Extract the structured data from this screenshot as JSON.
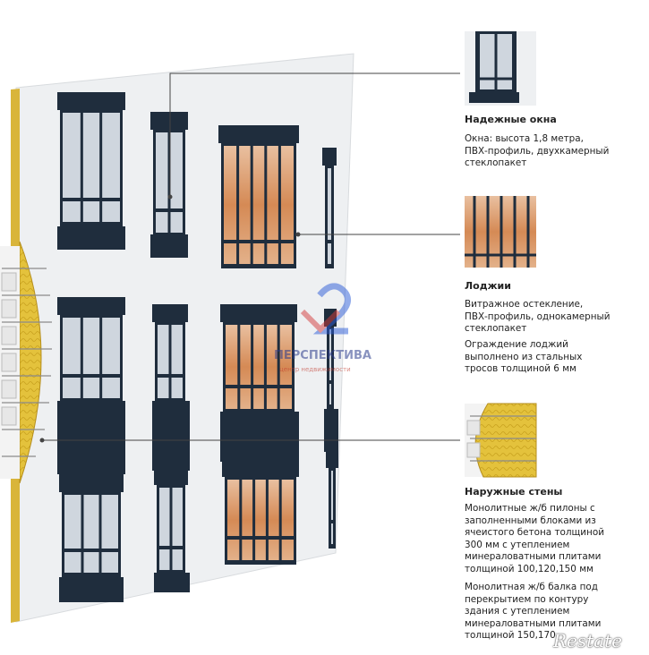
{
  "callouts": [
    {
      "title": "Надежные окна",
      "lines": [
        "Окна: высота 1,8 метра,",
        "ПВХ-профиль, двухкамерный",
        "стеклопакет"
      ]
    },
    {
      "title": "Лоджии",
      "lines": [
        "Витражное остекление,",
        "ПВХ-профиль, однокамерный",
        "стеклопакет"
      ],
      "lines2": [
        "Ограждение лоджий",
        "выполнено из стальных",
        "тросов толщиной 6 мм"
      ]
    },
    {
      "title": "Наружные стены",
      "lines": [
        "Монолитные ж/б пилоны с",
        "заполненными блоками из",
        "ячеистого бетона толщиной",
        "300 мм с утеплением",
        "минераловатными плитами",
        "толщиной 100,120,150 мм"
      ],
      "lines2": [
        "Монолитная ж/б балка под",
        "перекрытием по контуру",
        "здания с утеплением",
        "минераловатными плитами",
        "толщиной 150,170"
      ]
    }
  ],
  "watermarks": {
    "brand": "ПЕРСПЕКТИВА",
    "sub": "центр недвижимости",
    "corner": "Restate"
  },
  "colors": {
    "frame": "#1f2d3d",
    "wall": "#eef0f2",
    "glass": "#cfd6de",
    "loggia_glass": "#d9986a",
    "insulation": "#e2c23a",
    "line": "#444444"
  }
}
